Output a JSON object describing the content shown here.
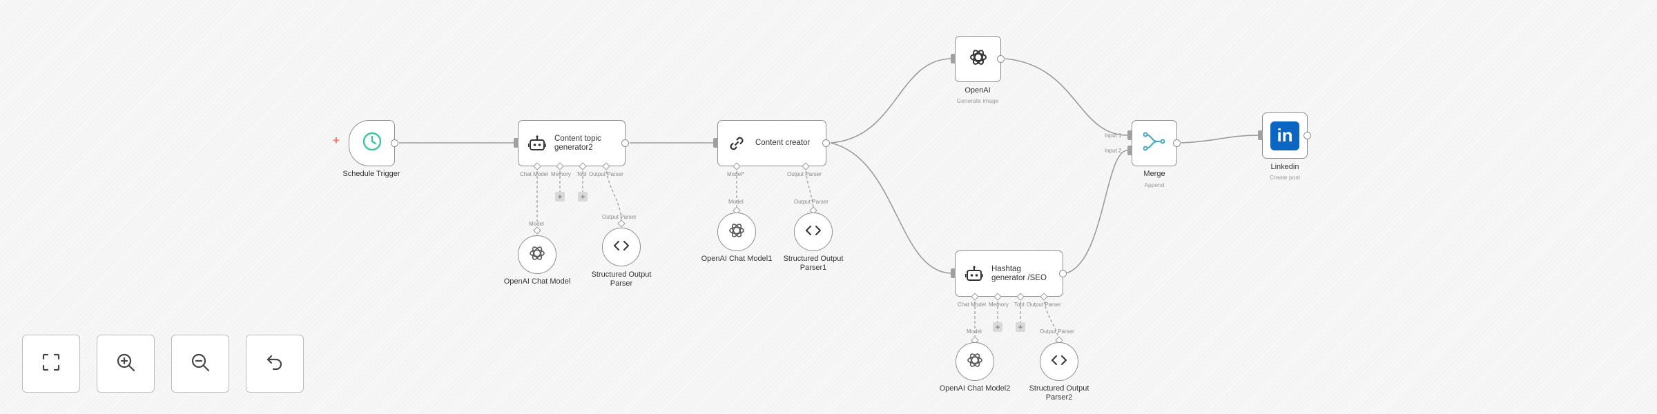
{
  "canvas": {
    "add_trigger_symbol": "+"
  },
  "nodes": {
    "schedule_trigger": {
      "label": "Schedule Trigger",
      "icon": "clock-icon"
    },
    "content_topic": {
      "title_line1": "Content topic",
      "title_line2": "generator2",
      "icon": "robot-icon",
      "ports": [
        "Chat Model",
        "Memory",
        "Tool",
        "Output Parser"
      ]
    },
    "content_creator": {
      "title": "Content creator",
      "icon": "link-icon",
      "ports": [
        "Model*",
        "Output Parser"
      ]
    },
    "openai": {
      "label": "OpenAI",
      "sublabel": "Generate image",
      "icon": "openai-icon"
    },
    "hashtag": {
      "title_line1": "Hashtag",
      "title_line2": "generator /SEO",
      "icon": "robot-icon",
      "ports": [
        "Chat Model",
        "Memory",
        "Tool",
        "Output Parser"
      ]
    },
    "merge": {
      "label": "Merge",
      "sublabel": "Append",
      "input1": "Input 1",
      "input2": "Input 2",
      "icon": "merge-icon"
    },
    "linkedin": {
      "label": "Linkedin",
      "sublabel": "Create post",
      "badge": "in",
      "icon": "linkedin-icon"
    }
  },
  "subnodes": {
    "chat_model": {
      "label": "OpenAI Chat Model",
      "conn_label": "Model"
    },
    "parser": {
      "label_line1": "Structured Output",
      "label_line2": "Parser",
      "conn_label": "Output Parser"
    },
    "chat_model1": {
      "label": "OpenAI Chat Model1",
      "conn_label": "Model"
    },
    "parser1": {
      "label_line1": "Structured Output",
      "label_line2": "Parser1",
      "conn_label": "Output Parser"
    },
    "chat_model2": {
      "label": "OpenAI Chat Model2",
      "conn_label": "Model"
    },
    "parser2": {
      "label_line1": "Structured Output",
      "label_line2": "Parser2",
      "conn_label": "Output Parser"
    }
  },
  "plus_symbol": "+",
  "toolbar": [
    {
      "name": "fit-view-button",
      "icon": "fullscreen-icon"
    },
    {
      "name": "zoom-in-button",
      "icon": "zoom-in-icon"
    },
    {
      "name": "zoom-out-button",
      "icon": "zoom-out-icon"
    },
    {
      "name": "reset-zoom-button",
      "icon": "undo-icon"
    }
  ],
  "colors": {
    "trigger_icon": "#3fc2a0",
    "merge_icon": "#4aa8c8",
    "linkedin": "#0a66c2",
    "add_trigger": "#f07565"
  }
}
